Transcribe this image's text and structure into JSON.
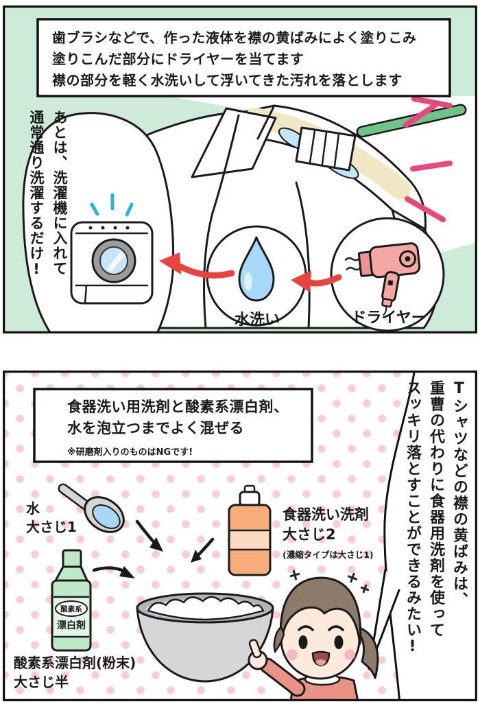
{
  "panel1": {
    "instructions": {
      "lines": [
        "歯ブラシなどで、作った液体を襟の黄ばみによく塗りこみ",
        "塗りこんだ部分にドライヤーを当てます",
        "襟の部分を軽く水洗いして浮いてきた汚れを落とします"
      ]
    },
    "bubble": {
      "lines": [
        "あとは、洗濯機に入れて",
        "通常通り洗濯するだけ!"
      ]
    },
    "labels": {
      "water_wash": "水洗い",
      "dryer": "ドライヤー"
    }
  },
  "panel2": {
    "mix_box": {
      "line1": "食器洗い用洗剤と酸素系漂白剤、",
      "line2": "水を泡立つまでよく混ぜる",
      "note": "※研磨剤入りのものはNGです!"
    },
    "bubble": {
      "lines": [
        "Tシャツなどの襟の黄ばみは、",
        "重曹の代わりに食器用洗剤を使って",
        "スッキリ落とすことができるみたい!"
      ]
    },
    "water": {
      "name": "水",
      "amount": "大さじ1"
    },
    "dish_soap": {
      "name": "食器洗い洗剤",
      "amount": "大さじ2",
      "note": "(濃縮タイプは大さじ1)"
    },
    "bleach_bottle": {
      "badge": "酸素系",
      "label": "漂白剤"
    },
    "bleach": {
      "name": "酸素系漂白剤(粉末)",
      "amount": "大さじ半"
    }
  },
  "colors": {
    "panel1_bg": "#cdebd9",
    "dot_pink": "#f9cdd2",
    "arrow_red": "#e8433c",
    "emphasis_pink": "#e8487c",
    "sparkle_cyan": "#2cb4cf",
    "stain_beige": "#f2e7c5",
    "liquid_blue": "#c3e5f8",
    "toothbrush_green": "#70c287",
    "dryer_pink": "#f4a8a4",
    "soap_orange": "#f5ae79",
    "bleach_green": "#bfe8c8",
    "girl_hair": "#8e7a6b",
    "girl_shirt": "#eb9287"
  }
}
